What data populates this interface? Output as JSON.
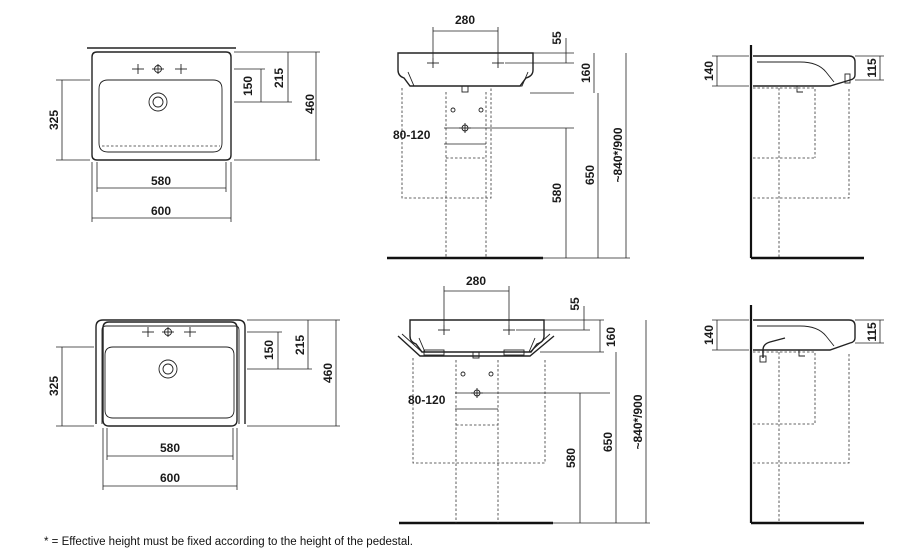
{
  "dimensions": {
    "top_plan": {
      "d325": "325",
      "d150": "150",
      "d215": "215",
      "d460": "460",
      "d580": "580",
      "d600": "600"
    },
    "top_front": {
      "d280": "280",
      "d55": "55",
      "d160": "160",
      "d80_120": "80-120",
      "d580": "580",
      "d650": "650",
      "d840": "~840*/900"
    },
    "top_side": {
      "d140": "140",
      "d115": "115"
    },
    "bottom_plan": {
      "d325": "325",
      "d150": "150",
      "d215": "215",
      "d460": "460",
      "d580": "580",
      "d600": "600"
    },
    "bottom_front": {
      "d280": "280",
      "d55": "55",
      "d160": "160",
      "d80_120": "80-120",
      "d580": "580",
      "d650": "650",
      "d840": "~840*/900"
    },
    "bottom_side": {
      "d140": "140",
      "d115": "115"
    }
  },
  "footnote": "* = Effective height must be fixed according to the height of the pedestal."
}
